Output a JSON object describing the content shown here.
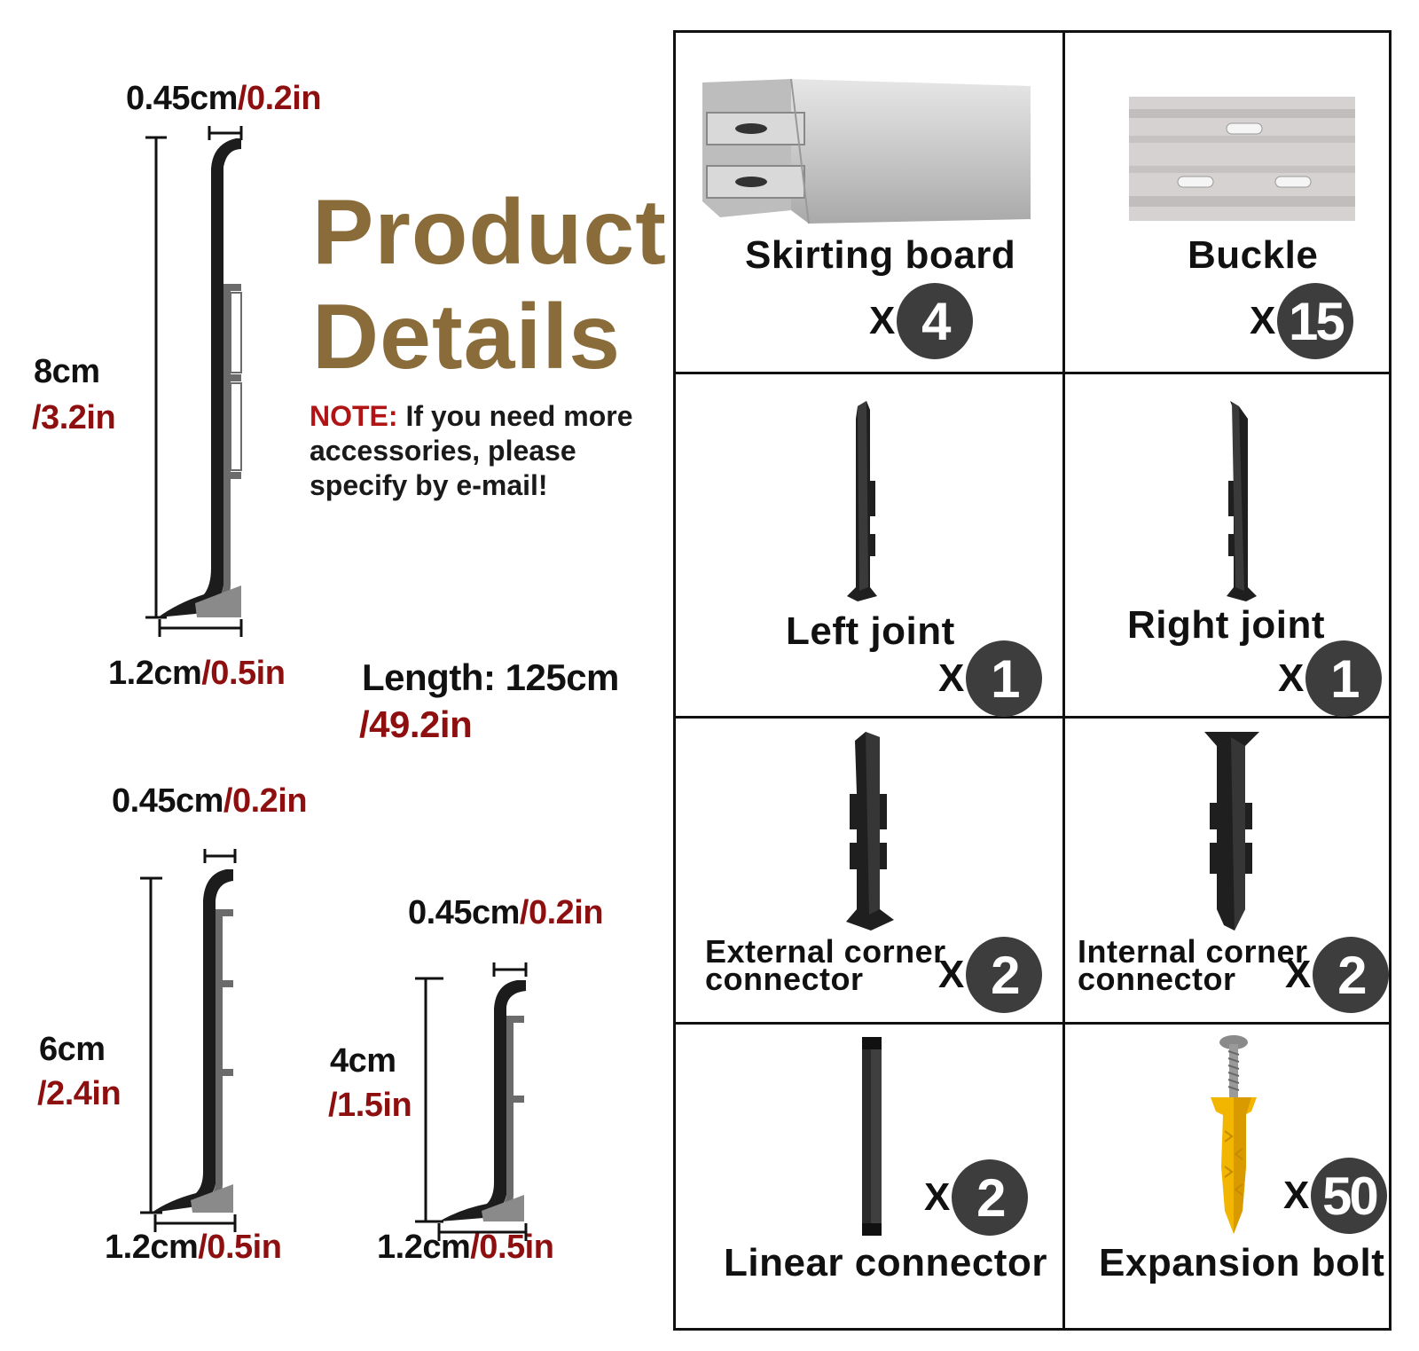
{
  "title": {
    "line1": "Product",
    "line2": "Details"
  },
  "note": {
    "label": "NOTE:",
    "text": "If you need more",
    "line2": "accessories, please",
    "line3": "specify by e-mail!"
  },
  "length": {
    "label": "Length: 125cm",
    "inch": "/49.2in"
  },
  "profile_large": {
    "top_cm": "0.45cm",
    "top_in": "/0.2in",
    "height_cm": "8cm",
    "height_in": "/3.2in",
    "bottom_cm": "1.2cm",
    "bottom_in": "/0.5in"
  },
  "profile_medium": {
    "top_cm": "0.45cm",
    "top_in": "/0.2in",
    "height_cm": "6cm",
    "height_in": "/2.4in",
    "bottom_cm": "1.2cm",
    "bottom_in": "/0.5in"
  },
  "profile_small": {
    "top_cm": "0.45cm",
    "top_in": "/0.2in",
    "height_cm": "4cm",
    "height_in": "/1.5in",
    "bottom_cm": "1.2cm",
    "bottom_in": "/0.5in"
  },
  "parts": {
    "skirting": {
      "name": "Skirting board",
      "x": "X",
      "qty": "4"
    },
    "buckle": {
      "name": "Buckle",
      "x": "X",
      "qty": "15"
    },
    "left_joint": {
      "name": "Left joint",
      "x": "X",
      "qty": "1"
    },
    "right_joint": {
      "name": "Right joint",
      "x": "X",
      "qty": "1"
    },
    "external_corner": {
      "name1": "External corner",
      "name2": "connector",
      "x": "X",
      "qty": "2"
    },
    "internal_corner": {
      "name1": "Internal corner",
      "name2": "connector",
      "x": "X",
      "qty": "2"
    },
    "linear": {
      "name": "Linear connector",
      "x": "X",
      "qty": "2"
    },
    "expansion_bolt": {
      "name": "Expansion bolt",
      "x": "X",
      "qty": "50"
    }
  },
  "colors": {
    "title": "#8a6c3a",
    "inch_red": "#8e0f0f",
    "note_red": "#b01414",
    "badge": "#3d3d3d"
  }
}
